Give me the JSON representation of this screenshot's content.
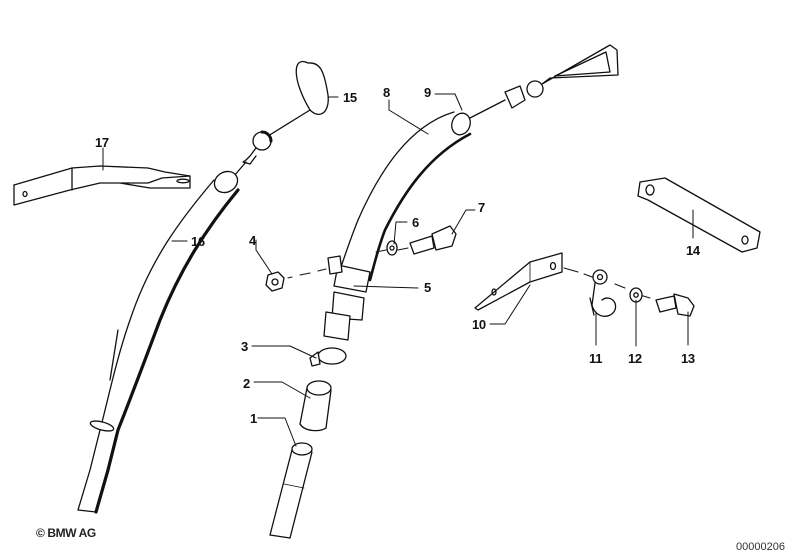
{
  "diagram": {
    "type": "exploded parts diagram",
    "subject": "oil dipstick and guide tube assemblies",
    "copyright": "© BMW AG",
    "document_id": "00000206",
    "callouts": [
      {
        "number": "1",
        "part": "lower guide tube"
      },
      {
        "number": "2",
        "part": "hose sleeve"
      },
      {
        "number": "3",
        "part": "hose clamp"
      },
      {
        "number": "4",
        "part": "hex nut"
      },
      {
        "number": "5",
        "part": "guide tube clamp"
      },
      {
        "number": "6",
        "part": "washer"
      },
      {
        "number": "7",
        "part": "hex bolt"
      },
      {
        "number": "8",
        "part": "guide tube"
      },
      {
        "number": "9",
        "part": "dipstick with triangular handle"
      },
      {
        "number": "10",
        "part": "bracket"
      },
      {
        "number": "11",
        "part": "clip"
      },
      {
        "number": "12",
        "part": "washer"
      },
      {
        "number": "13",
        "part": "hex bolt"
      },
      {
        "number": "14",
        "part": "bracket"
      },
      {
        "number": "15",
        "part": "dipstick with loop handle"
      },
      {
        "number": "16",
        "part": "guide tube"
      },
      {
        "number": "17",
        "part": "bracket"
      }
    ]
  }
}
